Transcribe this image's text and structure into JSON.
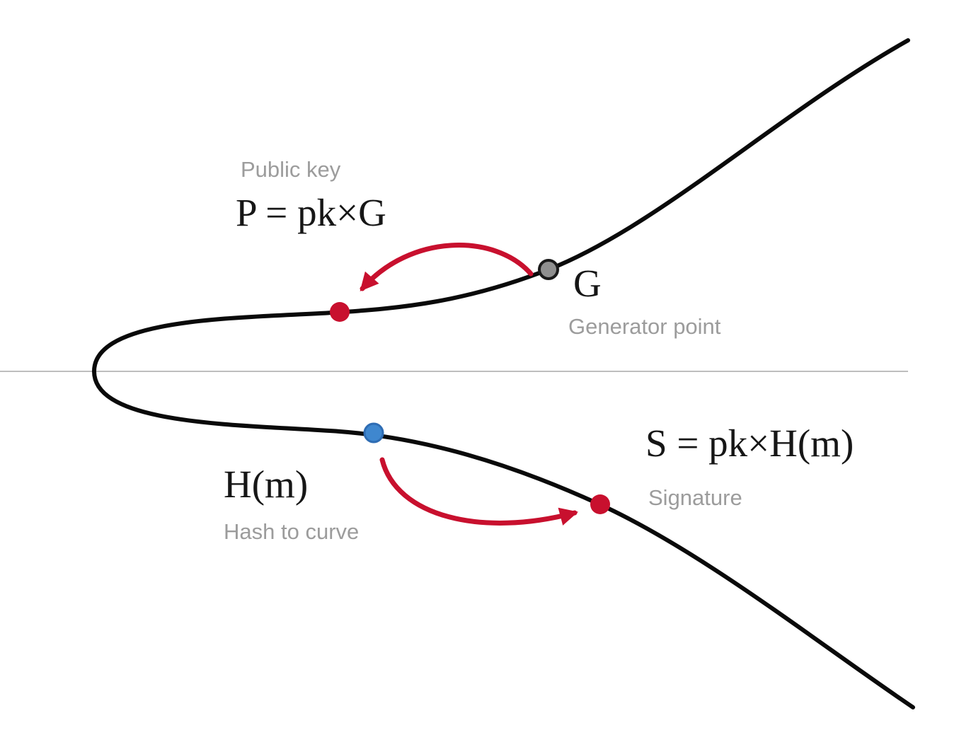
{
  "diagram": {
    "type": "elliptic-curve-signature-diagram",
    "background": "#ffffff",
    "colors": {
      "curve": "#0a0a0a",
      "axis": "#a9a9a9",
      "arrow_red": "#c8102e",
      "point_red": "#c8102e",
      "point_blue": "#3f87cf",
      "point_blue_stroke": "#2e6cb3",
      "point_gray": "#8f8f8f",
      "point_gray_stroke": "#1a1a1a",
      "formula_text": "#161616",
      "caption_text": "#9c9c9c"
    },
    "public_key": {
      "caption": "Public key",
      "formula": "P = pk×G"
    },
    "generator": {
      "label": "G",
      "caption": "Generator point"
    },
    "hash": {
      "formula": "H(m)",
      "caption": "Hash to curve"
    },
    "signature": {
      "formula": "S = pk×H(m)",
      "caption": "Signature"
    }
  }
}
